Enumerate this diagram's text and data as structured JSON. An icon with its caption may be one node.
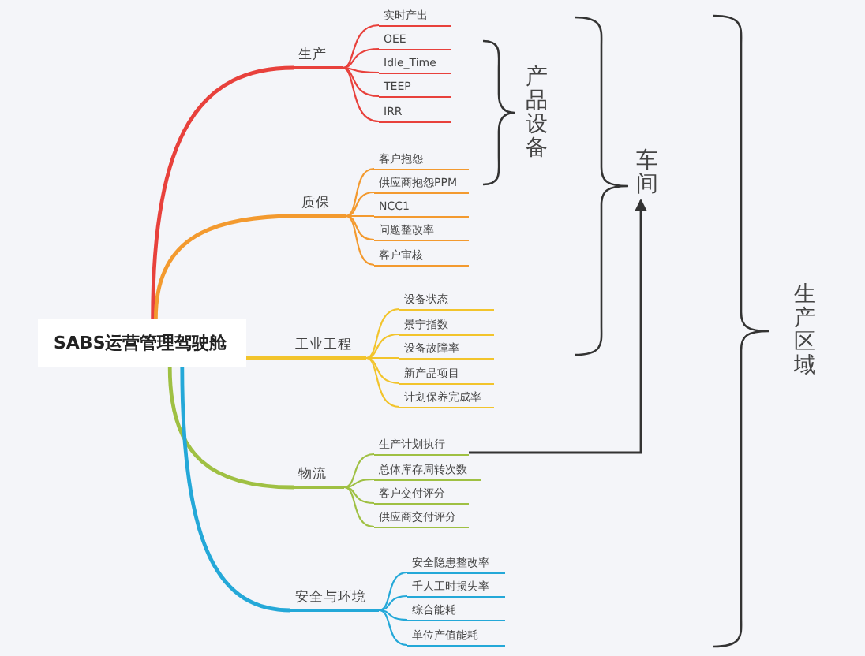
{
  "diagram": {
    "nodes": [
      {
        "text": [
          "SABS运营管理驾驶舱"
        ]
      },
      {
        "text": [
          "生产"
        ]
      },
      {
        "text": [
          "实时产出"
        ]
      },
      {
        "text": [
          "OEE"
        ]
      },
      {
        "text": [
          "Idle_Time"
        ]
      },
      {
        "text": [
          "TEEP"
        ]
      },
      {
        "text": [
          "IRR"
        ]
      },
      {
        "text": [
          "质保"
        ]
      },
      {
        "text": [
          "客户抱怨"
        ]
      },
      {
        "text": [
          "供应商抱怨PPM"
        ]
      },
      {
        "text": [
          "NCC1"
        ]
      },
      {
        "text": [
          "问题整改率"
        ]
      },
      {
        "text": [
          "客户审核"
        ]
      },
      {
        "text": [
          "工业工程"
        ]
      },
      {
        "text": [
          "设备状态"
        ]
      },
      {
        "text": [
          "景宁指数"
        ]
      },
      {
        "text": [
          "设备故障率"
        ]
      },
      {
        "text": [
          "新产品项目"
        ]
      },
      {
        "text": [
          "计划保养完成率"
        ]
      },
      {
        "text": [
          "物流"
        ]
      },
      {
        "text": [
          "生产计划执行"
        ]
      },
      {
        "text": [
          "总体库存周转次数"
        ]
      },
      {
        "text": [
          "客户交付评分"
        ]
      },
      {
        "text": [
          "供应商交付评分"
        ]
      },
      {
        "text": [
          "安全与环境"
        ]
      },
      {
        "text": [
          "安全隐患整改率"
        ]
      },
      {
        "text": [
          "千人工时损失率"
        ]
      },
      {
        "text": [
          "综合能耗"
        ]
      },
      {
        "text": [
          "单位产值能耗"
        ]
      },
      {
        "text": [
          "车间"
        ]
      }
    ],
    "edges": [
      {
        "from": 0,
        "to": 1,
        "arrow": "none",
        "color": "#e8413c"
      },
      {
        "from": 1,
        "to": 2,
        "arrow": "none",
        "color": "#e8413c"
      },
      {
        "from": 1,
        "to": 3,
        "arrow": "none",
        "color": "#e8413c"
      },
      {
        "from": 1,
        "to": 4,
        "arrow": "none",
        "color": "#e8413c"
      },
      {
        "from": 1,
        "to": 5,
        "arrow": "none",
        "color": "#e8413c"
      },
      {
        "from": 1,
        "to": 6,
        "arrow": "none",
        "color": "#e8413c"
      },
      {
        "from": 0,
        "to": 7,
        "arrow": "none",
        "color": "#f39a2f"
      },
      {
        "from": 7,
        "to": 8,
        "arrow": "none",
        "color": "#f39a2f"
      },
      {
        "from": 7,
        "to": 9,
        "arrow": "none",
        "color": "#f39a2f"
      },
      {
        "from": 7,
        "to": 10,
        "arrow": "none",
        "color": "#f39a2f"
      },
      {
        "from": 7,
        "to": 11,
        "arrow": "none",
        "color": "#f39a2f"
      },
      {
        "from": 7,
        "to": 12,
        "arrow": "none",
        "color": "#f39a2f"
      },
      {
        "from": 0,
        "to": 13,
        "arrow": "none",
        "color": "#f2c42c"
      },
      {
        "from": 13,
        "to": 14,
        "arrow": "none",
        "color": "#f2c42c"
      },
      {
        "from": 13,
        "to": 15,
        "arrow": "none",
        "color": "#f2c42c"
      },
      {
        "from": 13,
        "to": 16,
        "arrow": "none",
        "color": "#f2c42c"
      },
      {
        "from": 13,
        "to": 17,
        "arrow": "none",
        "color": "#f2c42c"
      },
      {
        "from": 13,
        "to": 18,
        "arrow": "none",
        "color": "#f2c42c"
      },
      {
        "from": 0,
        "to": 19,
        "arrow": "none",
        "color": "#9fc043"
      },
      {
        "from": 19,
        "to": 20,
        "arrow": "none",
        "color": "#9fc043"
      },
      {
        "from": 19,
        "to": 21,
        "arrow": "none",
        "color": "#9fc043"
      },
      {
        "from": 19,
        "to": 22,
        "arrow": "none",
        "color": "#9fc043"
      },
      {
        "from": 19,
        "to": 23,
        "arrow": "none",
        "color": "#9fc043"
      },
      {
        "from": 0,
        "to": 24,
        "arrow": "none",
        "color": "#24a8d8"
      },
      {
        "from": 24,
        "to": 25,
        "arrow": "none",
        "color": "#24a8d8"
      },
      {
        "from": 24,
        "to": 26,
        "arrow": "none",
        "color": "#24a8d8"
      },
      {
        "from": 24,
        "to": 27,
        "arrow": "none",
        "color": "#24a8d8"
      },
      {
        "from": 24,
        "to": 28,
        "arrow": "none",
        "color": "#24a8d8"
      },
      {
        "from": 20,
        "to": 29,
        "arrow": "to",
        "color": "#333333"
      }
    ],
    "labels": [
      "产品设备",
      "生产区域"
    ]
  }
}
